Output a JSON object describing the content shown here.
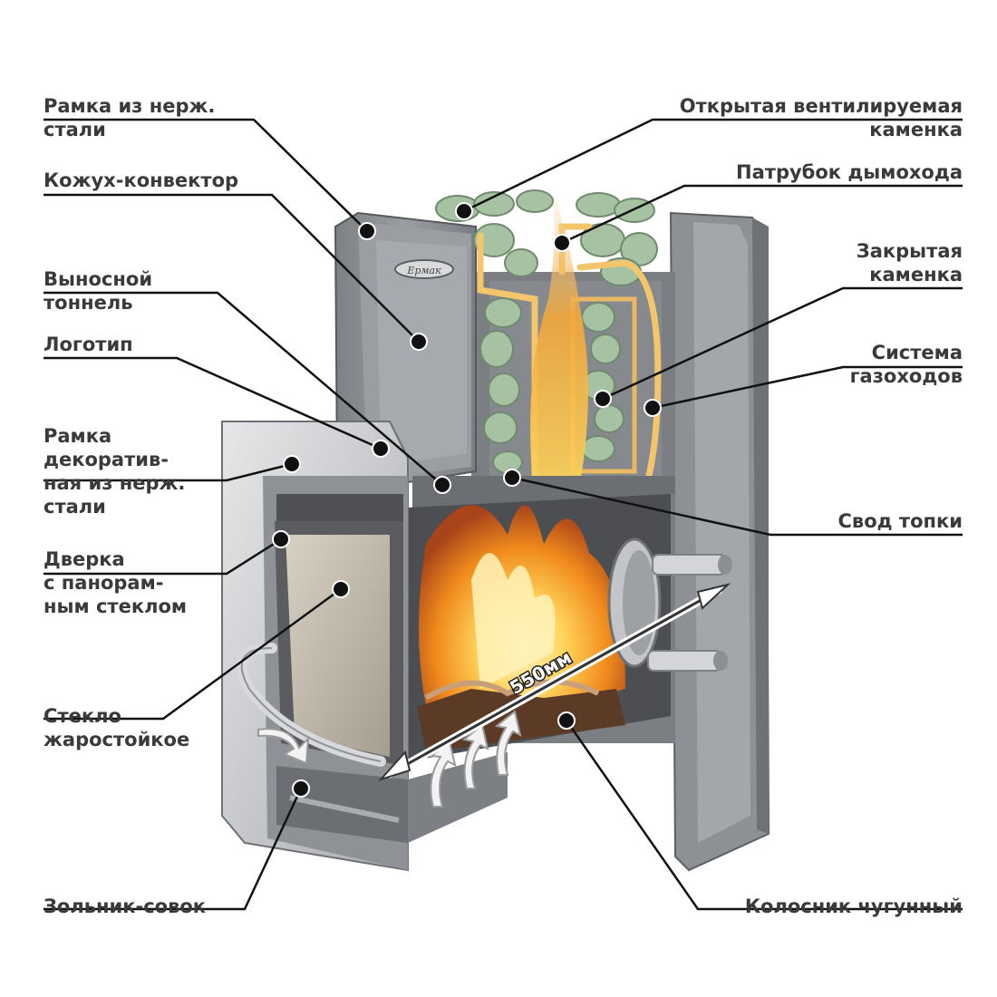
{
  "labels": {
    "frame_steel": [
      "Рамка из нерж.",
      "стали"
    ],
    "convector_casing": [
      "Кожух-конвектор"
    ],
    "tunnel": [
      "Выносной",
      "тоннель"
    ],
    "logo": [
      "Логотип"
    ],
    "deco_frame": [
      "Рамка",
      "декоратив-",
      "ная из нерж.",
      "стали"
    ],
    "door": [
      "Дверка",
      "с панорам-",
      "ным стеклом"
    ],
    "glass": [
      "Стекло",
      "жаростойкое"
    ],
    "ash_pan": [
      "Зольник-совок"
    ],
    "open_heater": [
      "Открытая вентилируемая",
      "каменка"
    ],
    "chimney_pipe": [
      "Патрубок дымохода"
    ],
    "closed_heater": [
      "Закрытая",
      "каменка"
    ],
    "flue_system": [
      "Система",
      "газоходов"
    ],
    "firebox_vault": [
      "Свод топки"
    ],
    "grate": [
      "Колосник чугунный"
    ]
  },
  "dimension": "550мм",
  "brand": "Ермак",
  "colors": {
    "text": "#3a3a3a",
    "leader": "#111111",
    "steel": "#8c8f94",
    "steel_dark": "#6b6e73",
    "steel_light": "#c9cbce",
    "stone": "#a9c4a6",
    "flame": "#f4a21d",
    "glass": "#b9b3a8"
  }
}
